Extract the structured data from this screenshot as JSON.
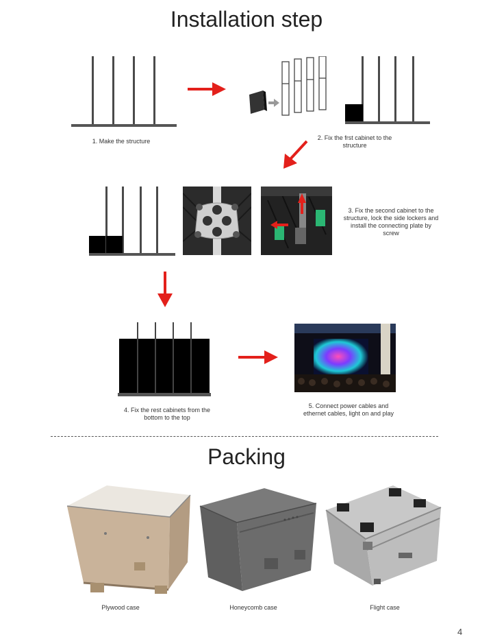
{
  "installation": {
    "title": "Installation step",
    "steps": [
      {
        "caption": "1. Make the structure"
      },
      {
        "caption": "2. Fix the frst cabinet to the structure"
      },
      {
        "caption": "3. Fix the second cabinet to the structure, lock the side lockers and install the connecting plate by screw"
      },
      {
        "caption": "4. Fix the rest cabinets from the bottom to the top"
      },
      {
        "caption": "5. Connect power cables and ethernet cables, light on and play"
      }
    ]
  },
  "packing": {
    "title": "Packing",
    "cases": [
      {
        "caption": "Plywood case"
      },
      {
        "caption": "Honeycomb case"
      },
      {
        "caption": "Flight case"
      }
    ]
  },
  "page_number": "4",
  "colors": {
    "arrow": "#e3201b",
    "structure": "#4a4a4a",
    "cabinet": "#000000"
  }
}
